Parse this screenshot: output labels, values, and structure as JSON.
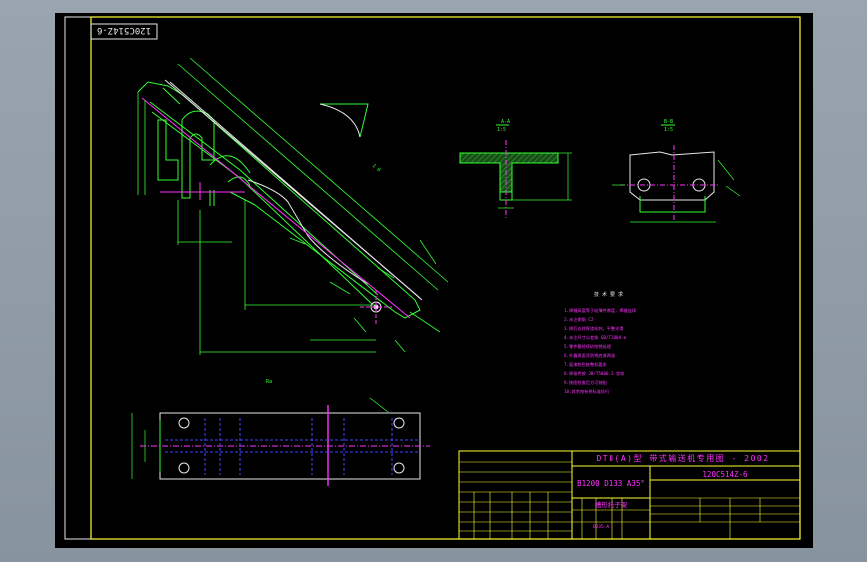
{
  "stamp": {
    "drawing_number": "120C514Z-6"
  },
  "sections": [
    {
      "label": "A-A",
      "scale": "1:5"
    },
    {
      "label": "B-B",
      "scale": "1:5"
    }
  ],
  "requirements": {
    "heading": "技 术 要 求",
    "lines": [
      "1.焊缝高度等于较薄件厚度，焊缝连续",
      "2.未注倒角 C2",
      "3.焊后去除焊渣毛刺，平整光滑",
      "4.未注尺寸公差按 GB/T1804-m",
      "5.零件需经喷砂除锈处理",
      "6.外露表面涂防锈底漆两道",
      "7.面漆颜色按整机要求",
      "8.焊接件按 JB/T5000.3 验收",
      "9.按图检查后方可装配",
      "10.其余按有关标准执行"
    ]
  },
  "title_block": {
    "standard": "DTⅡ(A)型  带式输送机专用图 - 2002",
    "spec": "B1200 D133 A35°",
    "code": "120C514Z-6",
    "part_name": "槽形托子架",
    "material": "Q235-A"
  }
}
